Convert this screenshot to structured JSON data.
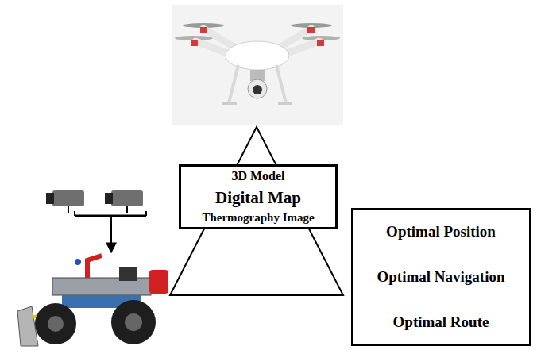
{
  "diagram": {
    "nodes": [
      {
        "text": [
          "3D Model",
          "Digital Map",
          "Thermography Image"
        ]
      },
      {
        "text": [
          "Optimal Position",
          "Optimal Navigation",
          "Optimal Route"
        ]
      }
    ]
  }
}
